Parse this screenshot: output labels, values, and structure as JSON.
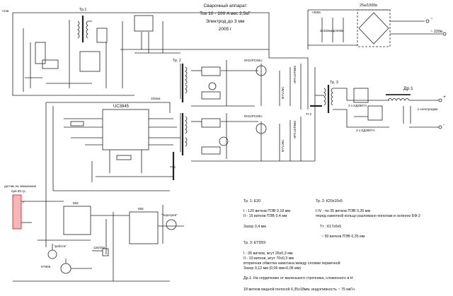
{
  "header": {
    "line1": "Сварочный аппарат",
    "line2": "Ток 10 - 100 A   вес 2,5кГ",
    "line3": "Электрод  до 3 мм",
    "line4": "2005 г"
  },
  "schematic": {
    "supply_14v": "+14в",
    "tr1": "Тр.1",
    "tr2": "Тр. 2",
    "tr3": "Тр. 3",
    "dr1": "Др.1",
    "tt1": "Тт.1",
    "tt2": "Тт.2",
    "ic_pwm": "UC3845",
    "ic_555": "555",
    "ic_555b": "555",
    "mosfet_top": "IRG4PC50U",
    "mosfet_bottom": "IRG4PC50U",
    "diode_top": "HFA15TB60",
    "diode_bottom": "HFA15TB60",
    "diode_byv_a": "BYV26C",
    "diode_byv_b": "BYV26C",
    "bridge": "25а/1000в",
    "caps": "3x330мкф/400в",
    "mains_plus": "+300в",
    "mains_tilde_top": "~",
    "mains_220": "~ 220в",
    "out_plus": "+",
    "out_minus": "-",
    "out_electrodes": "к электродам",
    "kd_top": "3 x КД2997А",
    "kd_bottom": "3 x КД2997А",
    "cap_100nf": "100нм",
    "rel": "12в/20а",
    "kt_transistor": "КТ805",
    "led_work": "\"работа\"",
    "led_overheat": "\"перегрев\"",
    "sensor_line1": "датчик на замыкание",
    "sensor_line2": "при 80 гр.",
    "sensor_t": "t°"
  },
  "notes": {
    "tr1_title": "Тр. 1:  Е20",
    "tr1_a": "I - 120 витков ПЭВ 0,18 мм",
    "tr1_b": "II - 15 витков ПЭВ 0,4 мм",
    "tr1_gap": "Зазор 0,4 мм",
    "tr2_title": "Тр. 2:  К20x10x5",
    "tr2_a": "I-IV - по 35 витков ПЭВ 0,35 мм",
    "tr2_b": "перед намоткой кольцо разломано пополам и склеено  БФ-2",
    "tt_title": "Тт : К17x6x5",
    "tt_a": "~ 50 витков ПЭВ 0,35 мм",
    "tr3_title": "Тр. 3:  ETD59",
    "tr3_a": "I - 35 витков, жгут 26x0,3 мм",
    "tr3_b": "II - 10 витков, жгут 70x0,3 мм",
    "tr3_c": "вторичная обмотка намотана между слоями первичной",
    "tr3_gap": "Зазор  0,12 мм  (0,06 мм+0,06 мм)",
    "dr1_a": "Др.1:  На сердечнике от маленького строчника, сложенного в Н",
    "dr1_b": "18 витков медной полосой 0,35x18мм, индуктивность ~ 75 мкГн"
  }
}
